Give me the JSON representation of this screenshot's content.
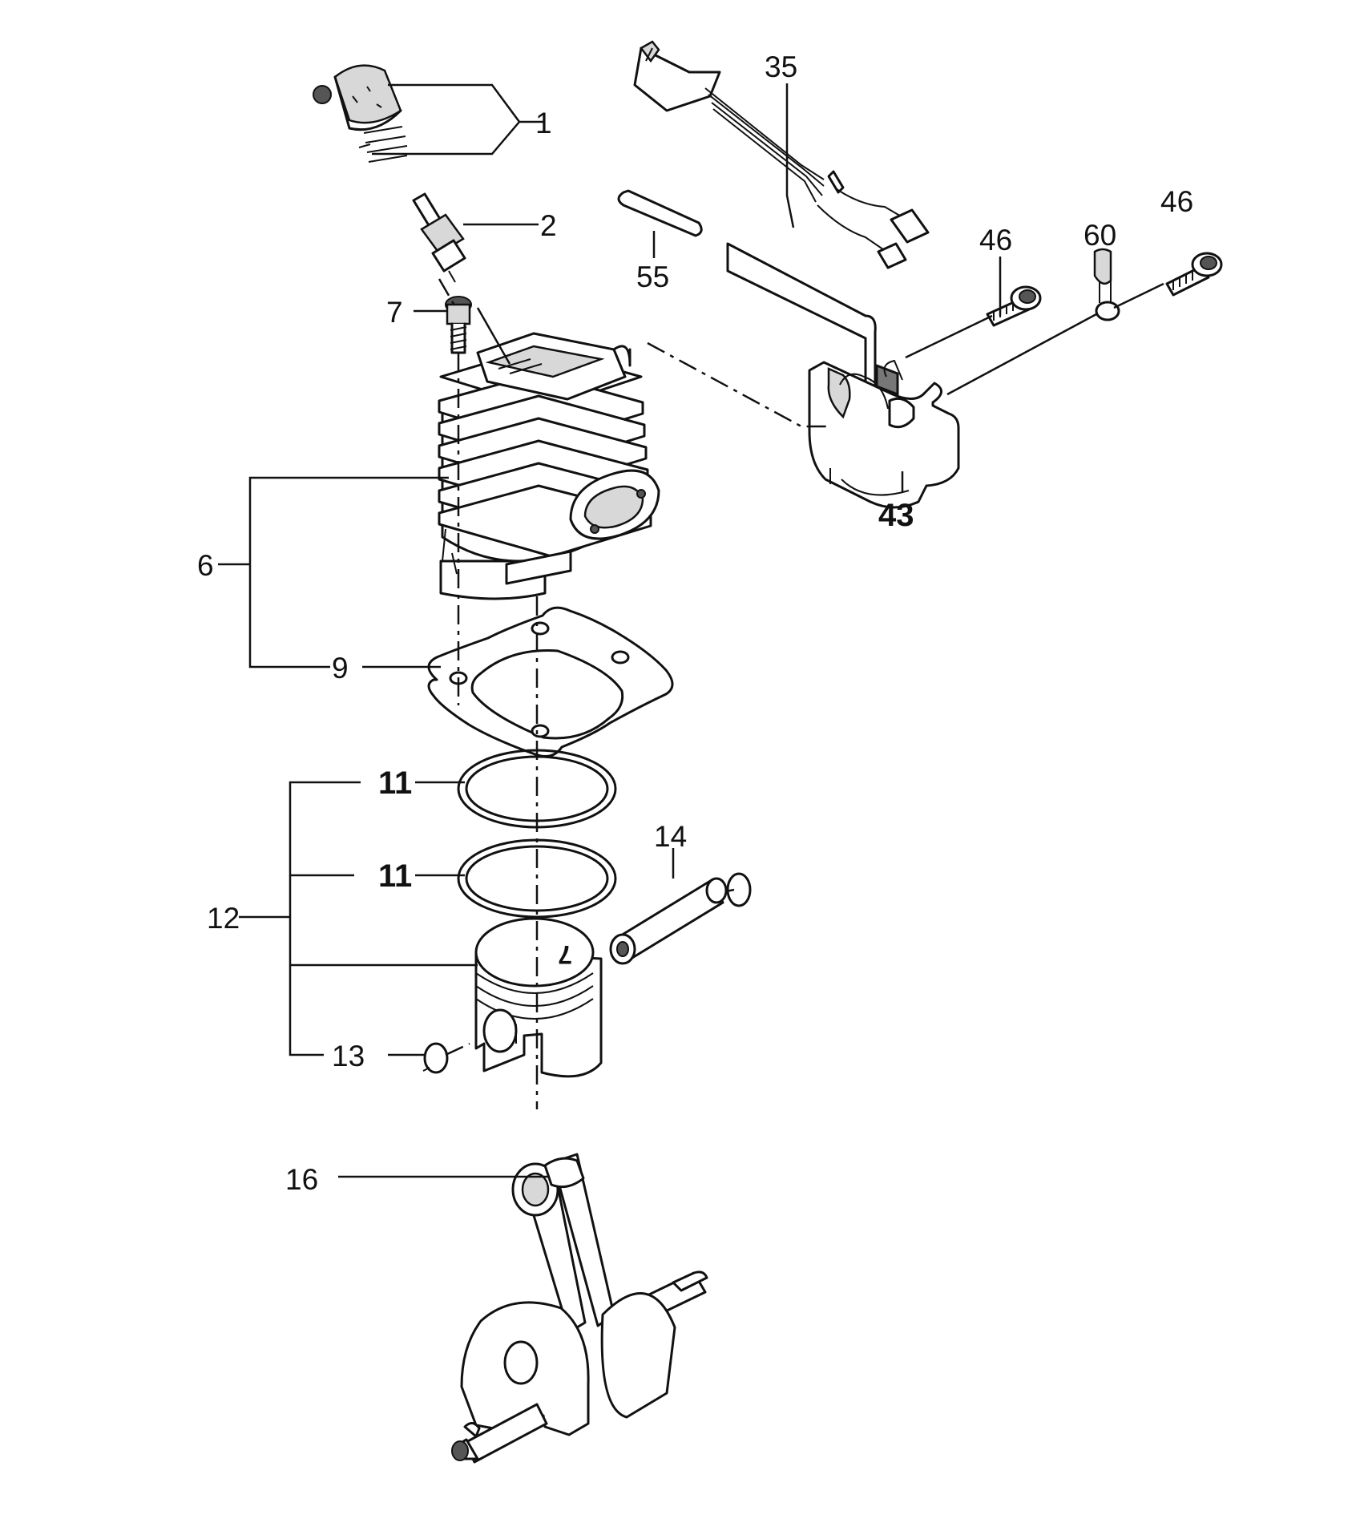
{
  "callouts": {
    "c1": "1",
    "c2": "2",
    "c6": "6",
    "c7": "7",
    "c9": "9",
    "c11a": "11",
    "c11b": "11",
    "c12": "12",
    "c13": "13",
    "c14": "14",
    "c16": "16",
    "c35": "35",
    "c43": "43",
    "c46a": "46",
    "c46b": "46",
    "c55": "55",
    "c60": "60"
  },
  "piston_mark": "7"
}
